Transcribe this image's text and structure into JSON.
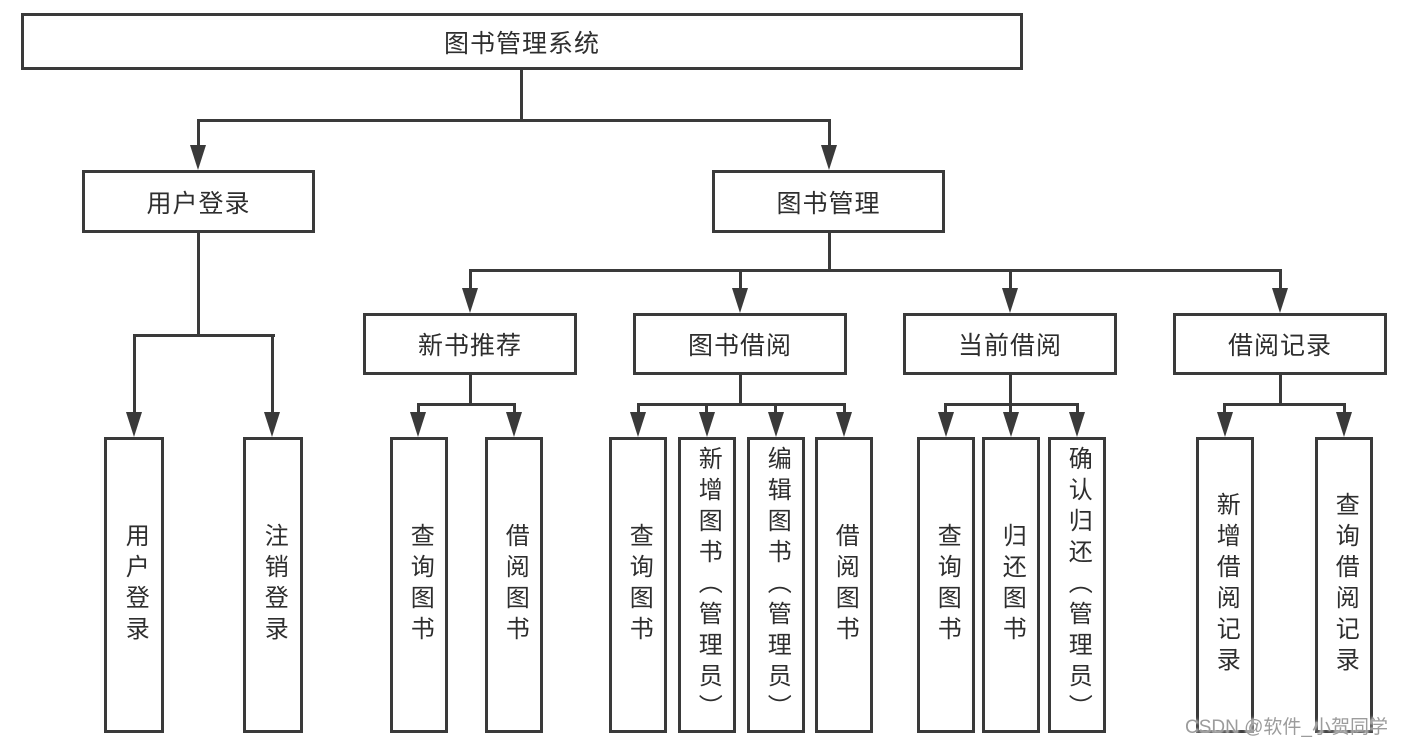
{
  "nodes": {
    "root": "图书管理系统",
    "user_login": "用户登录",
    "book_mgmt": "图书管理",
    "user_login_children": [
      "用户登录",
      "注销登录"
    ],
    "sections": [
      {
        "label": "新书推荐",
        "children": [
          "查询图书",
          "借阅图书"
        ]
      },
      {
        "label": "图书借阅",
        "children": [
          "查询图书",
          "新增图书（管理员）",
          "编辑图书（管理员）",
          "借阅图书"
        ]
      },
      {
        "label": "当前借阅",
        "children": [
          "查询图书",
          "归还图书",
          "确认归还（管理员）"
        ]
      },
      {
        "label": "借阅记录",
        "children": [
          "新增借阅记录",
          "查询借阅记录"
        ]
      }
    ]
  },
  "watermark": "CSDN @软件_小贺同学",
  "colors": {
    "line": "#3a3a3a",
    "box_border": "#3a3a3a",
    "box_fill": "#ffffff",
    "text": "#2e2e2e",
    "watermark": "#9c9c9c",
    "background": "#ffffff"
  }
}
